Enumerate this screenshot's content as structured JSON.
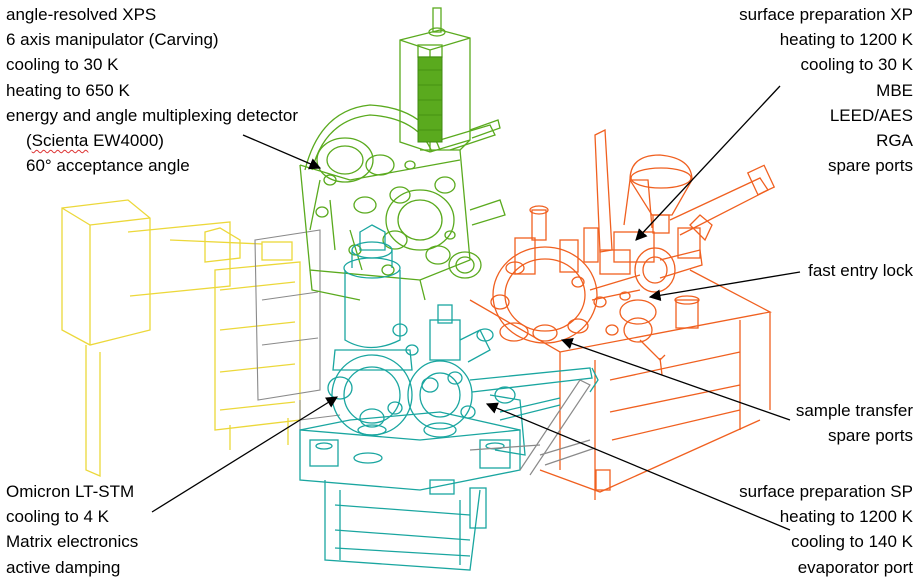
{
  "arpes": {
    "lines": [
      "angle-resolved XPS",
      "6 axis manipulator (Carving)",
      "cooling to 30 K",
      "heating to 650 K",
      "energy and angle multiplexing detector"
    ],
    "detector_pre": "(",
    "detector_name": "Scienta",
    "detector_post": " EW4000)",
    "acceptance": "60° acceptance angle"
  },
  "xp": {
    "lines": [
      "surface preparation XP",
      "heating to 1200 K",
      "cooling to 30 K",
      "MBE",
      "LEED/AES",
      "RGA",
      "spare ports"
    ]
  },
  "fast_entry": {
    "label": "fast entry lock"
  },
  "transfer": {
    "lines": [
      "sample transfer",
      "spare ports"
    ]
  },
  "stm": {
    "lines": [
      "Omicron LT-STM",
      "cooling to 4 K",
      "Matrix electronics",
      "active damping"
    ]
  },
  "sp": {
    "lines": [
      "surface preparation SP",
      "heating to 1200 K",
      "cooling to 140 K",
      "evaporator port"
    ]
  },
  "colors": {
    "arpes_green": "#5aaa1e",
    "arpes_dark": "#3f8a10",
    "xp_orange": "#f06020",
    "stm_teal": "#1aa6a0",
    "frame_yellow": "#ecd83a",
    "grey": "#8a8a8a",
    "arrow": "#000000"
  }
}
